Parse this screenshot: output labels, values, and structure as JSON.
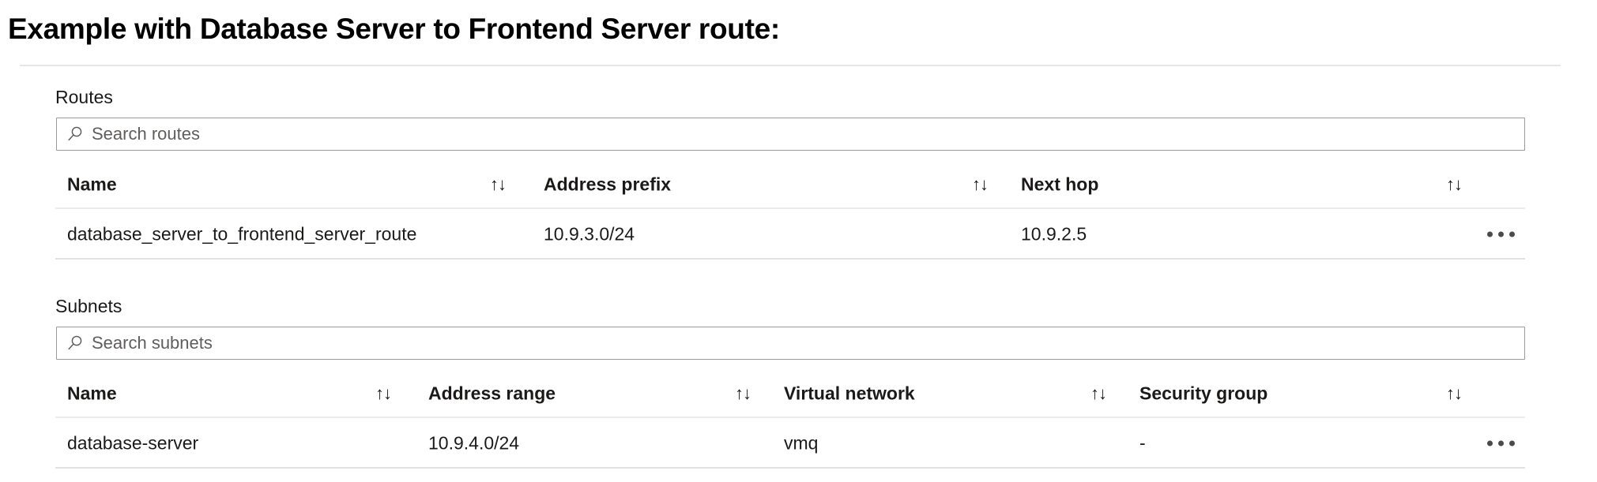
{
  "page": {
    "title": "Example with Database Server to Frontend Server route:"
  },
  "routes_section": {
    "label": "Routes",
    "search": {
      "placeholder": "Search routes",
      "value": "",
      "icon": "search-icon"
    },
    "sort_icon": "↑↓",
    "overflow_icon": "ellipsis-icon",
    "columns": [
      {
        "label": "Name",
        "sortable": true
      },
      {
        "label": "Address prefix",
        "sortable": true
      },
      {
        "label": "Next hop",
        "sortable": true
      },
      {
        "label": "",
        "sortable": true
      }
    ],
    "rows": [
      {
        "name": "database_server_to_frontend_server_route",
        "address_prefix": "10.9.3.0/24",
        "next_hop": "10.9.2.5"
      }
    ]
  },
  "subnets_section": {
    "label": "Subnets",
    "search": {
      "placeholder": "Search subnets",
      "value": "",
      "icon": "search-icon"
    },
    "sort_icon": "↑↓",
    "overflow_icon": "ellipsis-icon",
    "columns": [
      {
        "label": "Name",
        "sortable": true
      },
      {
        "label": "Address range",
        "sortable": true
      },
      {
        "label": "Virtual network",
        "sortable": true
      },
      {
        "label": "Security group",
        "sortable": true
      }
    ],
    "rows": [
      {
        "name": "database-server",
        "address_range": "10.9.4.0/24",
        "virtual_network": "vmq",
        "security_group": "-"
      }
    ]
  },
  "colors": {
    "text": "#1b1a19",
    "placeholder": "#605e5c",
    "border": "#9a9a9a",
    "rule": "#e6e6e6",
    "background": "#ffffff"
  }
}
